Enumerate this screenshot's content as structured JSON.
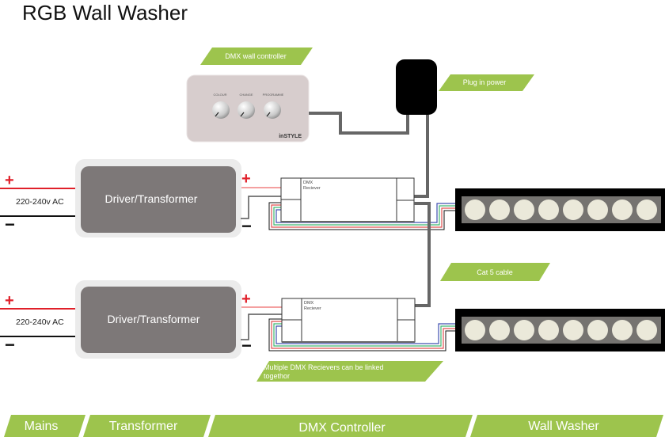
{
  "title": "RGB Wall Washer",
  "colors": {
    "accent_green": "#9dc44d",
    "driver_fill": "#7d7878",
    "driver_halo": "#ebebeb",
    "controller_fill": "#d7cdcd",
    "wire_positive": "#e0202a",
    "wire_positive_light": "#f08080",
    "wire_negative": "#111111",
    "cable_grey": "#666666",
    "rgb_red": "#e05050",
    "rgb_green": "#3fb870",
    "rgb_blue": "#4050b0",
    "led_fill": "#ebe9da",
    "washer_frame": "#000000",
    "washer_inner": "#757370"
  },
  "callouts": {
    "dmx_wall_controller": "DMX wall controller",
    "plug_in_power": "Plug in power",
    "cat5_cable": "Cat 5 cable",
    "multiple_receivers_line1": "Multiple DMX Recievers can be linked",
    "multiple_receivers_line2": "togethor"
  },
  "controller": {
    "knobs": [
      "COLOUR",
      "CHANGE",
      "PROGRAMME"
    ],
    "brand": "inSTYLE"
  },
  "channels": [
    {
      "mains_label": "220-240v AC",
      "plus": "+",
      "minus": "−",
      "driver_label": "Driver/Transformer",
      "out_plus": "+",
      "out_minus": "−",
      "receiver_line1": "DMX",
      "receiver_line2": "Reciever",
      "washer_led_count": 8
    },
    {
      "mains_label": "220-240v AC",
      "plus": "+",
      "minus": "−",
      "driver_label": "Driver/Transformer",
      "out_plus": "+",
      "out_minus": "−",
      "receiver_line1": "DMX",
      "receiver_line2": "Reciever",
      "washer_led_count": 8
    }
  ],
  "footer": {
    "stages": [
      "Mains",
      "Transformer",
      "DMX Controller",
      "Wall Washer"
    ]
  }
}
